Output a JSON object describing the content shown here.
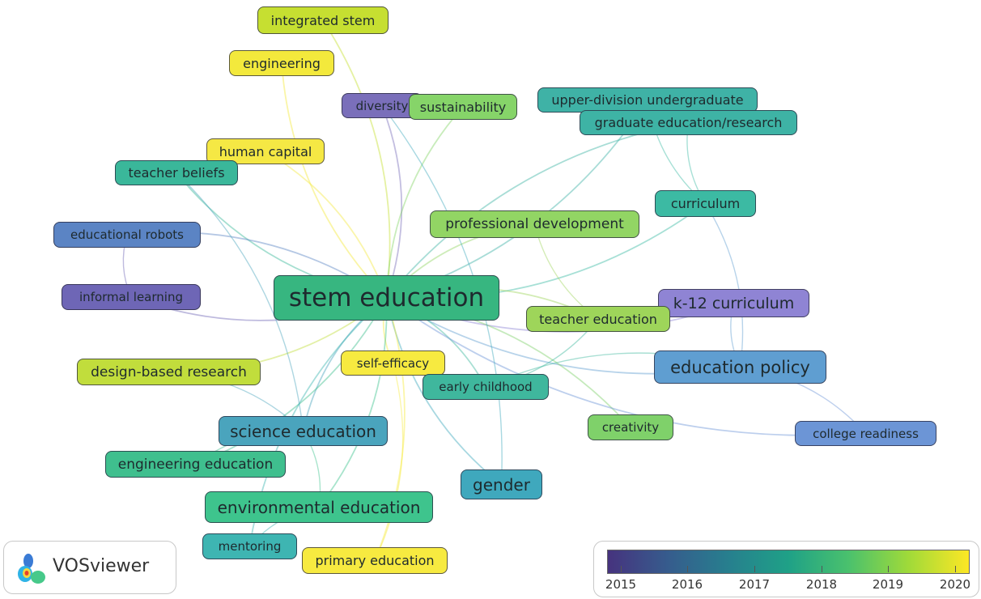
{
  "nodes": [
    {
      "id": "integrated-stem",
      "label": "integrated stem",
      "color": "#c6df31"
    },
    {
      "id": "engineering",
      "label": "engineering",
      "color": "#f3e93c"
    },
    {
      "id": "diversity",
      "label": "diversity",
      "color": "#7a6fba"
    },
    {
      "id": "sustainability",
      "label": "sustainability",
      "color": "#86d469"
    },
    {
      "id": "upper-division-undergraduate",
      "label": "upper-division undergraduate",
      "color": "#3fb2a6"
    },
    {
      "id": "graduate-education-research",
      "label": "graduate education/research",
      "color": "#3eb3a5"
    },
    {
      "id": "human-capital",
      "label": "human capital",
      "color": "#f5e844"
    },
    {
      "id": "teacher-beliefs",
      "label": "teacher beliefs",
      "color": "#3ab79a"
    },
    {
      "id": "curriculum",
      "label": "curriculum",
      "color": "#3cbaa3"
    },
    {
      "id": "professional-development",
      "label": "professional development",
      "color": "#92d564"
    },
    {
      "id": "educational-robots",
      "label": "educational robots",
      "color": "#5b84c4"
    },
    {
      "id": "stem-education",
      "label": "stem education",
      "color": "#37b680"
    },
    {
      "id": "informal-learning",
      "label": "informal learning",
      "color": "#6e66b6"
    },
    {
      "id": "k-12-curriculum",
      "label": "k-12 curriculum",
      "color": "#8f84d4"
    },
    {
      "id": "teacher-education",
      "label": "teacher education",
      "color": "#9ed55a"
    },
    {
      "id": "self-efficacy",
      "label": "self-efficacy",
      "color": "#f7ea40"
    },
    {
      "id": "design-based-research",
      "label": "design-based research",
      "color": "#c1dd3c"
    },
    {
      "id": "education-policy",
      "label": "education policy",
      "color": "#5f9ed1"
    },
    {
      "id": "early-childhood",
      "label": "early childhood",
      "color": "#3fb79d"
    },
    {
      "id": "science-education",
      "label": "science education",
      "color": "#4aa4bd"
    },
    {
      "id": "creativity",
      "label": "creativity",
      "color": "#7fd16a"
    },
    {
      "id": "college-readiness",
      "label": "college readiness",
      "color": "#6c95d6"
    },
    {
      "id": "engineering-education",
      "label": "engineering education",
      "color": "#3fbf8e"
    },
    {
      "id": "gender",
      "label": "gender",
      "color": "#3fa8bd"
    },
    {
      "id": "environmental-education",
      "label": "environmental education",
      "color": "#3ec48d"
    },
    {
      "id": "mentoring",
      "label": "mentoring",
      "color": "#3eb5b2"
    },
    {
      "id": "primary-education",
      "label": "primary education",
      "color": "#f7ea40"
    }
  ],
  "edges": [
    [
      "stem-education",
      "integrated-stem"
    ],
    [
      "stem-education",
      "engineering"
    ],
    [
      "stem-education",
      "diversity"
    ],
    [
      "stem-education",
      "sustainability"
    ],
    [
      "stem-education",
      "upper-division-undergraduate"
    ],
    [
      "stem-education",
      "graduate-education-research"
    ],
    [
      "stem-education",
      "human-capital"
    ],
    [
      "stem-education",
      "teacher-beliefs"
    ],
    [
      "stem-education",
      "curriculum"
    ],
    [
      "stem-education",
      "professional-development"
    ],
    [
      "stem-education",
      "educational-robots"
    ],
    [
      "stem-education",
      "informal-learning"
    ],
    [
      "stem-education",
      "k-12-curriculum"
    ],
    [
      "stem-education",
      "teacher-education"
    ],
    [
      "stem-education",
      "self-efficacy"
    ],
    [
      "stem-education",
      "design-based-research"
    ],
    [
      "stem-education",
      "education-policy"
    ],
    [
      "stem-education",
      "early-childhood"
    ],
    [
      "stem-education",
      "science-education"
    ],
    [
      "stem-education",
      "creativity"
    ],
    [
      "stem-education",
      "college-readiness"
    ],
    [
      "stem-education",
      "engineering-education"
    ],
    [
      "stem-education",
      "gender"
    ],
    [
      "stem-education",
      "environmental-education"
    ],
    [
      "stem-education",
      "mentoring"
    ],
    [
      "stem-education",
      "primary-education"
    ],
    [
      "graduate-education-research",
      "curriculum"
    ],
    [
      "curriculum",
      "education-policy"
    ],
    [
      "k-12-curriculum",
      "education-policy"
    ],
    [
      "education-policy",
      "college-readiness"
    ],
    [
      "education-policy",
      "early-childhood"
    ],
    [
      "diversity",
      "gender"
    ],
    [
      "educational-robots",
      "informal-learning"
    ],
    [
      "science-education",
      "environmental-education"
    ],
    [
      "science-education",
      "engineering-education"
    ],
    [
      "teacher-beliefs",
      "science-education"
    ],
    [
      "professional-development",
      "teacher-education"
    ],
    [
      "design-based-research",
      "science-education"
    ],
    [
      "environmental-education",
      "mentoring"
    ],
    [
      "self-efficacy",
      "primary-education"
    ],
    [
      "upper-division-undergraduate",
      "curriculum"
    ],
    [
      "teacher-education",
      "early-childhood"
    ]
  ],
  "logo": {
    "text": "VOSviewer"
  },
  "legend": {
    "ticks": [
      "2015",
      "2016",
      "2017",
      "2018",
      "2019",
      "2020"
    ]
  }
}
